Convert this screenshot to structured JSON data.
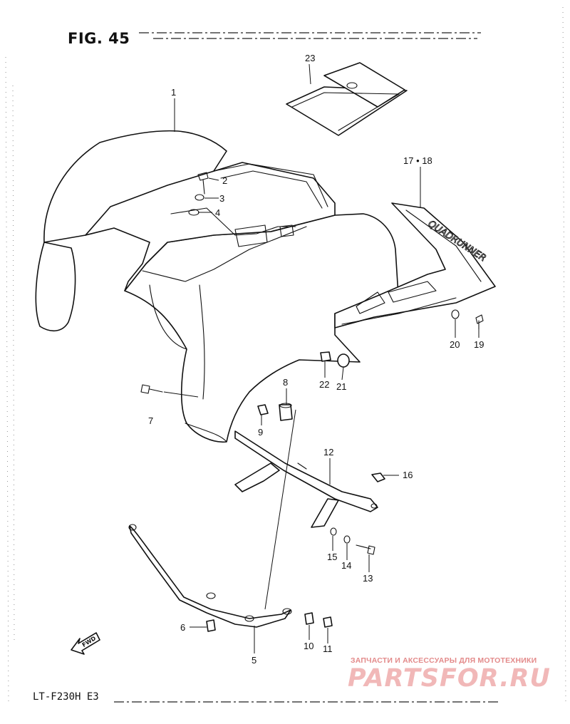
{
  "figure": {
    "title": "FIG. 45",
    "model_code": "LT-F230H  E3",
    "fwd_label": "FWD",
    "seat_logo_text": "QUADRUNNER"
  },
  "callouts": [
    {
      "id": "part-1",
      "label": "1"
    },
    {
      "id": "part-2",
      "label": "2"
    },
    {
      "id": "part-3",
      "label": "3"
    },
    {
      "id": "part-4",
      "label": "4"
    },
    {
      "id": "part-5",
      "label": "5"
    },
    {
      "id": "part-6",
      "label": "6"
    },
    {
      "id": "part-7",
      "label": "7"
    },
    {
      "id": "part-8",
      "label": "8"
    },
    {
      "id": "part-9",
      "label": "9"
    },
    {
      "id": "part-10",
      "label": "10"
    },
    {
      "id": "part-11",
      "label": "11"
    },
    {
      "id": "part-12",
      "label": "12"
    },
    {
      "id": "part-13",
      "label": "13"
    },
    {
      "id": "part-14",
      "label": "14"
    },
    {
      "id": "part-15",
      "label": "15"
    },
    {
      "id": "part-16",
      "label": "16"
    },
    {
      "id": "part-17-18",
      "label": "17 • 18"
    },
    {
      "id": "part-19",
      "label": "19"
    },
    {
      "id": "part-20",
      "label": "20"
    },
    {
      "id": "part-21",
      "label": "21"
    },
    {
      "id": "part-22",
      "label": "22"
    },
    {
      "id": "part-23",
      "label": "23"
    }
  ],
  "watermark": {
    "tagline": "ЗАПЧАСТИ И АКСЕССУАРЫ ДЛЯ МОТОТЕХНИКИ",
    "brand": "PARTSFOR.RU",
    "color": "#e8a0a0"
  }
}
